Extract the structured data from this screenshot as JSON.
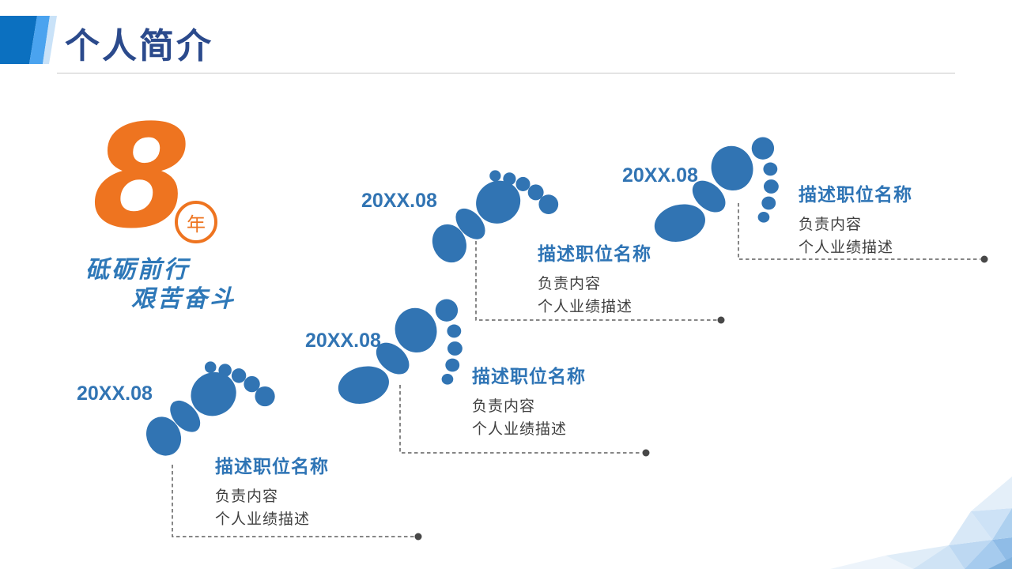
{
  "header": {
    "title": "个人简介"
  },
  "experience": {
    "number": "8",
    "unit": "年",
    "motto_line1": "砥砺前行",
    "motto_line2": "艰苦奋斗"
  },
  "milestones": [
    {
      "date": "20XX.08",
      "title": "描述职位名称",
      "desc1": "负责内容",
      "desc2": "个人业绩描述"
    },
    {
      "date": "20XX.08",
      "title": "描述职位名称",
      "desc1": "负责内容",
      "desc2": "个人业绩描述"
    },
    {
      "date": "20XX.08",
      "title": "描述职位名称",
      "desc1": "负责内容",
      "desc2": "个人业绩描述"
    },
    {
      "date": "20XX.08",
      "title": "描述职位名称",
      "desc1": "负责内容",
      "desc2": "个人业绩描述"
    }
  ],
  "icons": {
    "footprint": "footprint-icon"
  },
  "colors": {
    "footprint_blue": "#3174B3",
    "accent_orange": "#EE7420",
    "title_navy": "#2B4A8C",
    "label_blue": "#2E74B5",
    "body_text": "#404040",
    "connector_gray": "#5F5F5F",
    "connector_dot": "#484848",
    "divider_gray": "#C9C9C9",
    "header_band_dark": "#0B70C0",
    "header_band_mid": "#4AA3EF",
    "header_band_light": "#C9E2F8"
  }
}
